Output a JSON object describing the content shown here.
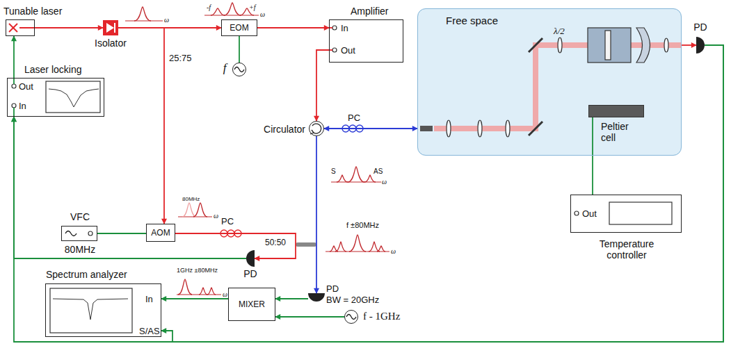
{
  "diagram": {
    "nodes": [
      {
        "text": [
          "Tunable laser"
        ]
      },
      {
        "text": [
          "Isolator"
        ]
      },
      {
        "text": [
          "EOM"
        ]
      },
      {
        "text": [
          "Amplifier",
          "In",
          "Out"
        ]
      },
      {
        "text": [
          "Free space"
        ]
      },
      {
        "text": [
          "Peltier cell"
        ],
        "in": 4
      },
      {
        "text": [
          "PD"
        ]
      },
      {
        "text": [
          "Laser locking",
          "Out",
          "In"
        ]
      },
      {
        "text": [
          "f"
        ]
      },
      {
        "text": [
          "Circulator"
        ]
      },
      {
        "text": [
          "VFC",
          "80MHz"
        ]
      },
      {
        "text": [
          "AOM"
        ]
      },
      {
        "text": [
          "PD"
        ]
      },
      {
        "text": [
          "Out",
          "Temperature controller"
        ]
      },
      {
        "text": [
          "PD",
          "BW = 20GHz"
        ]
      },
      {
        "text": [
          "Spectrum analyzer",
          "In",
          "S/AS"
        ]
      },
      {
        "text": [
          "MIXER"
        ]
      },
      {
        "text": [
          "f - 1GHz"
        ]
      }
    ],
    "edges": [
      {
        "from": 0,
        "to": 1,
        "arrow": "to"
      },
      {
        "from": 1,
        "to": 2,
        "arrow": "to"
      },
      {
        "from": 2,
        "to": 3,
        "arrow": "to"
      },
      {
        "from": 3,
        "to": 9,
        "arrow": "to"
      },
      {
        "from": 9,
        "to": 4,
        "label": "PC",
        "arrow": "both"
      },
      {
        "from": 4,
        "to": 6,
        "arrow": "to"
      },
      {
        "from": 7,
        "to": 0,
        "arrow": "to"
      },
      {
        "from": 8,
        "to": 2,
        "arrow": "none"
      },
      {
        "from": 1,
        "to": 11,
        "label": "25:75",
        "arrow": "to"
      },
      {
        "from": 10,
        "to": 11,
        "arrow": "none"
      },
      {
        "from": 11,
        "to": 12,
        "label": "PC",
        "arrow": "to"
      },
      {
        "from": 9,
        "to": 14,
        "arrow": "to"
      },
      {
        "from": 12,
        "to": 7,
        "arrow": "to"
      },
      {
        "from": 14,
        "to": 16,
        "arrow": "to"
      },
      {
        "from": 17,
        "to": 16,
        "arrow": "to"
      },
      {
        "from": 16,
        "to": 15,
        "arrow": "to"
      },
      {
        "from": 13,
        "to": 5,
        "arrow": "none"
      },
      {
        "from": 6,
        "to": 15,
        "arrow": "to"
      },
      {
        "from": 6,
        "to": 7,
        "arrow": "to"
      }
    ],
    "labels": [
      "ω",
      "-f",
      "+f",
      "ω",
      "80MHz",
      "ω",
      "λ/2",
      "S",
      "AS",
      "ω",
      "50:50",
      "f ±80MHz",
      "ω",
      "1GHz ±80MHz",
      "ω"
    ]
  }
}
